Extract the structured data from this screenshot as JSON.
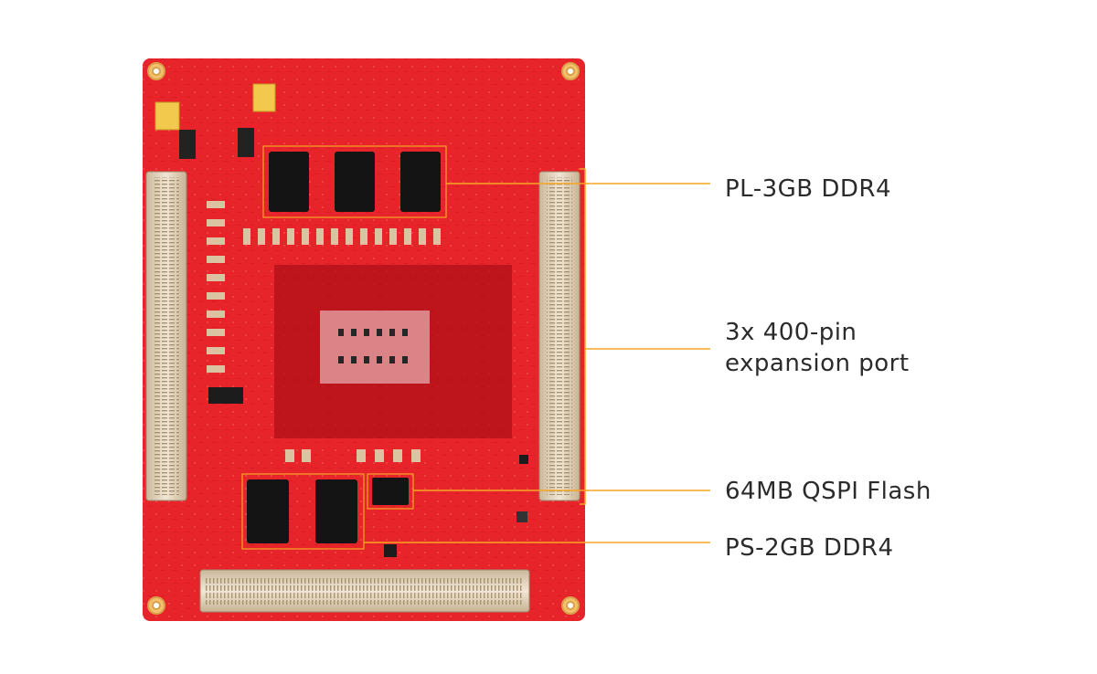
{
  "product": {
    "description_image": "FPGA module board top view",
    "board_color": "#e8242b",
    "accent_color": "#f5a623"
  },
  "callouts": {
    "pl_ddr": "PL-3GB DDR4",
    "expansion_line1": "3x 400-pin",
    "expansion_line2": "expansion port",
    "qspi_flash": "64MB QSPI Flash",
    "ps_ddr": "PS-2GB DDR4"
  }
}
